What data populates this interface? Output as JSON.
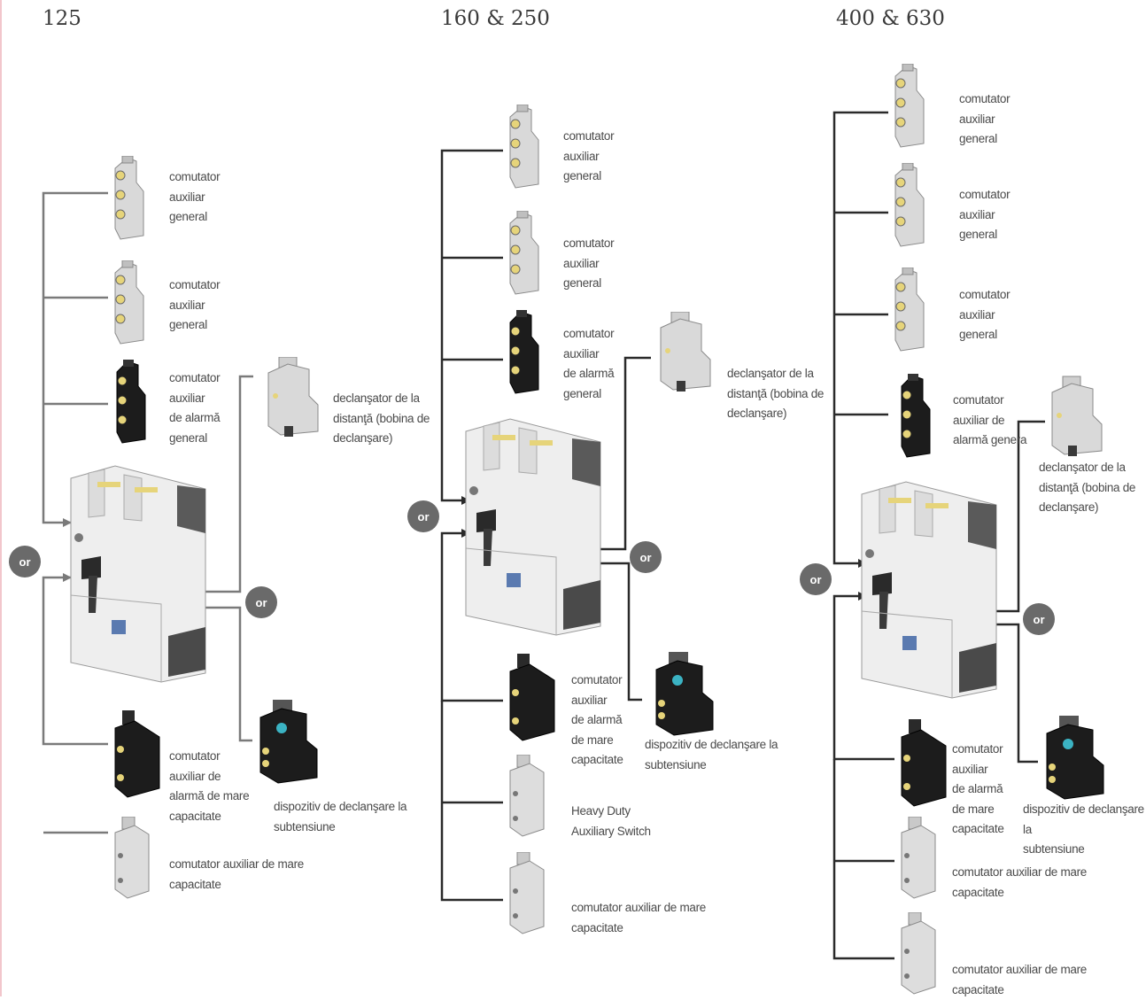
{
  "columns": [
    {
      "title": "125",
      "or_label": "or",
      "top_items": [
        {
          "label": "comutator\nauxiliar\ngeneral",
          "icon": "auxiliary-switch-icon"
        },
        {
          "label": "comutator\nauxiliar\ngeneral",
          "icon": "auxiliary-switch-icon"
        },
        {
          "label": "comutator\nauxiliar\nde alarmă\ngeneral",
          "icon": "alarm-switch-icon"
        }
      ],
      "shunt": {
        "label": "declanşator de la\ndistanţă (bobina de\ndeclanşare)",
        "icon": "shunt-trip-icon"
      },
      "undervoltage": {
        "label": "dispozitiv de declanşare la\nsubtensiune",
        "icon": "undervoltage-release-icon"
      },
      "bottom_items": [
        {
          "label": "comutator\nauxiliar de\nalarmă de mare\ncapacitate",
          "icon": "heavy-duty-alarm-switch-icon"
        },
        {
          "label": "comutator auxiliar de mare\ncapacitate",
          "icon": "heavy-duty-switch-icon"
        }
      ]
    },
    {
      "title": "160 & 250",
      "or_label": "or",
      "top_items": [
        {
          "label": "comutator\nauxiliar\ngeneral",
          "icon": "auxiliary-switch-icon"
        },
        {
          "label": "comutator\nauxiliar\ngeneral",
          "icon": "auxiliary-switch-icon"
        },
        {
          "label": "comutator\nauxiliar\nde alarmă\ngeneral",
          "icon": "alarm-switch-icon"
        }
      ],
      "shunt": {
        "label": "declanşator de la\ndistanţă (bobina de\ndeclanşare)",
        "icon": "shunt-trip-icon"
      },
      "undervoltage": {
        "label": "dispozitiv de declanşare la\nsubtensiune",
        "icon": "undervoltage-release-icon"
      },
      "bottom_items": [
        {
          "label": "comutator\nauxiliar\nde alarmă\nde mare\ncapacitate",
          "icon": "heavy-duty-alarm-switch-icon"
        },
        {
          "label": "Heavy Duty\nAuxiliary Switch",
          "icon": "heavy-duty-switch-icon"
        },
        {
          "label": "comutator auxiliar de mare\ncapacitate",
          "icon": "heavy-duty-switch-icon"
        }
      ]
    },
    {
      "title": "400 & 630",
      "or_label": "or",
      "top_items": [
        {
          "label": "comutator\nauxiliar\ngeneral",
          "icon": "auxiliary-switch-icon"
        },
        {
          "label": "comutator\nauxiliar\ngeneral",
          "icon": "auxiliary-switch-icon"
        },
        {
          "label": "comutator\nauxiliar\ngeneral",
          "icon": "auxiliary-switch-icon"
        },
        {
          "label": "comutator\nauxiliar de\nalarmă genera",
          "icon": "alarm-switch-icon"
        }
      ],
      "shunt": {
        "label": "declanşator de la\ndistanţă (bobina de\ndeclanşare)",
        "icon": "shunt-trip-icon"
      },
      "undervoltage": {
        "label": "dispozitiv de declanşare la\nsubtensiune",
        "icon": "undervoltage-release-icon"
      },
      "bottom_items": [
        {
          "label": "comutator\nauxiliar\nde alarmă\nde mare\ncapacitate",
          "icon": "heavy-duty-alarm-switch-icon"
        },
        {
          "label": "comutator auxiliar de mare\ncapacitate",
          "icon": "heavy-duty-switch-icon"
        },
        {
          "label": "comutator auxiliar de mare\ncapacitate",
          "icon": "heavy-duty-switch-icon"
        }
      ]
    }
  ],
  "colors": {
    "line_125": "#7a7a7a",
    "line_other": "#2a2a2a",
    "badge": "#6a6a6a",
    "device_light": "#d9d9d9",
    "device_dark": "#1c1c1c",
    "terminal": "#e6d47a",
    "indicator": "#3bb3c3"
  }
}
